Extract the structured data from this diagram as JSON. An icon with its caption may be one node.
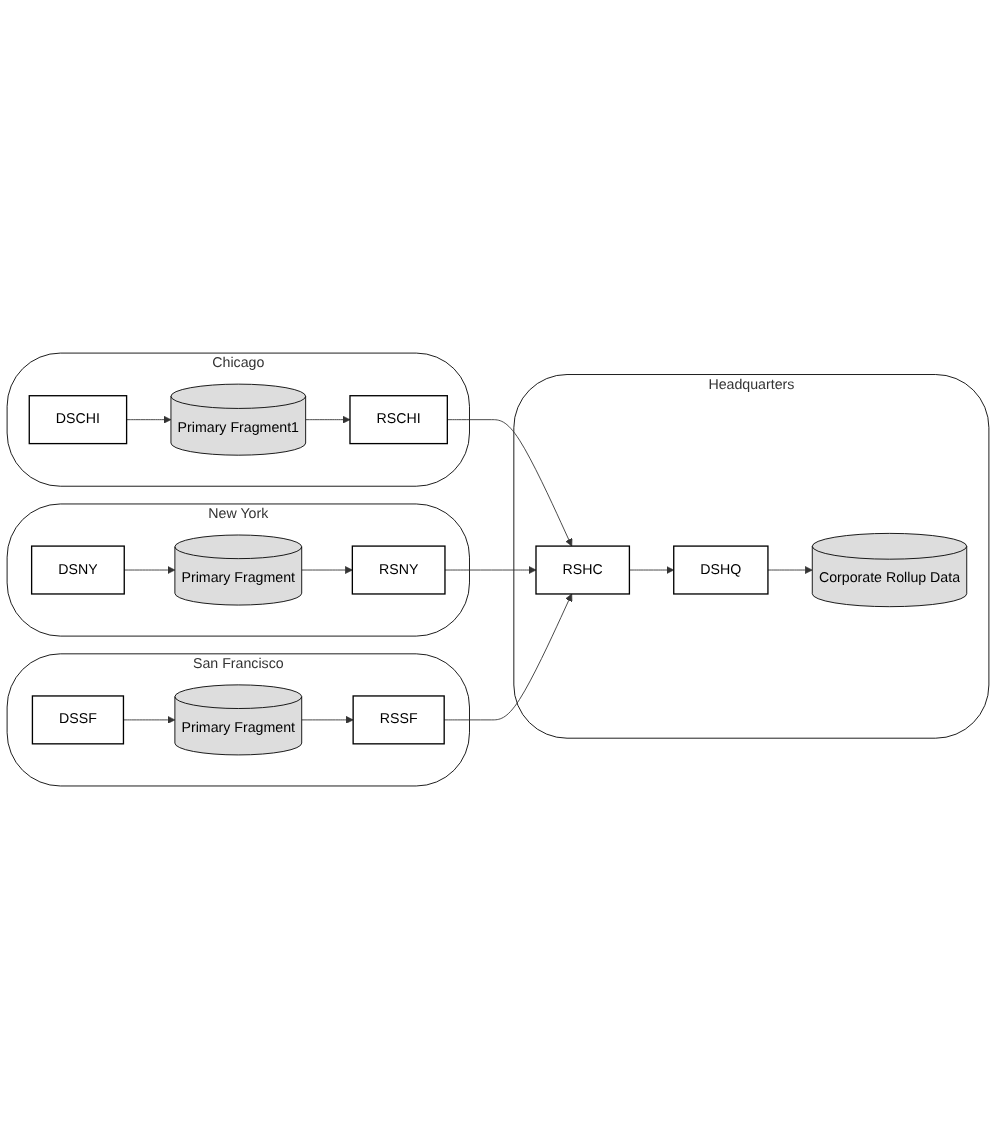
{
  "diagram": {
    "nodes": [
      {
        "text": [
          "Chicago"
        ]
      },
      {
        "text": [
          "DSCHI"
        ],
        "in": 0
      },
      {
        "text": [
          "Primary Fragment1"
        ],
        "in": 0
      },
      {
        "text": [
          "RSCHI"
        ],
        "in": 0
      },
      {
        "text": [
          "New York"
        ]
      },
      {
        "text": [
          "DSNY"
        ],
        "in": 4
      },
      {
        "text": [
          "Primary Fragment"
        ],
        "in": 4
      },
      {
        "text": [
          "RSNY"
        ],
        "in": 4
      },
      {
        "text": [
          "Headquarters"
        ]
      },
      {
        "text": [
          "RSHC"
        ],
        "in": 8
      },
      {
        "text": [
          "DSHQ"
        ],
        "in": 8
      },
      {
        "text": [
          "Corporate Rollup Data"
        ],
        "in": 8
      },
      {
        "text": [
          "San Francisco"
        ]
      },
      {
        "text": [
          "DSSF"
        ],
        "in": 12
      },
      {
        "text": [
          "Primary Fragment"
        ],
        "in": 12
      },
      {
        "text": [
          "RSSF"
        ],
        "in": 12
      }
    ],
    "edges": [
      {
        "from": 1,
        "to": 2,
        "arrow": "to"
      },
      {
        "from": 2,
        "to": 3,
        "arrow": "to"
      },
      {
        "from": 3,
        "to": 9,
        "arrow": "to"
      },
      {
        "from": 5,
        "to": 6,
        "arrow": "to"
      },
      {
        "from": 6,
        "to": 7,
        "arrow": "to"
      },
      {
        "from": 7,
        "to": 9,
        "arrow": "to"
      },
      {
        "from": 13,
        "to": 14,
        "arrow": "to"
      },
      {
        "from": 14,
        "to": 15,
        "arrow": "to"
      },
      {
        "from": 15,
        "to": 9,
        "arrow": "to"
      },
      {
        "from": 9,
        "to": 10,
        "arrow": "to"
      },
      {
        "from": 10,
        "to": 11,
        "arrow": "to"
      }
    ]
  }
}
